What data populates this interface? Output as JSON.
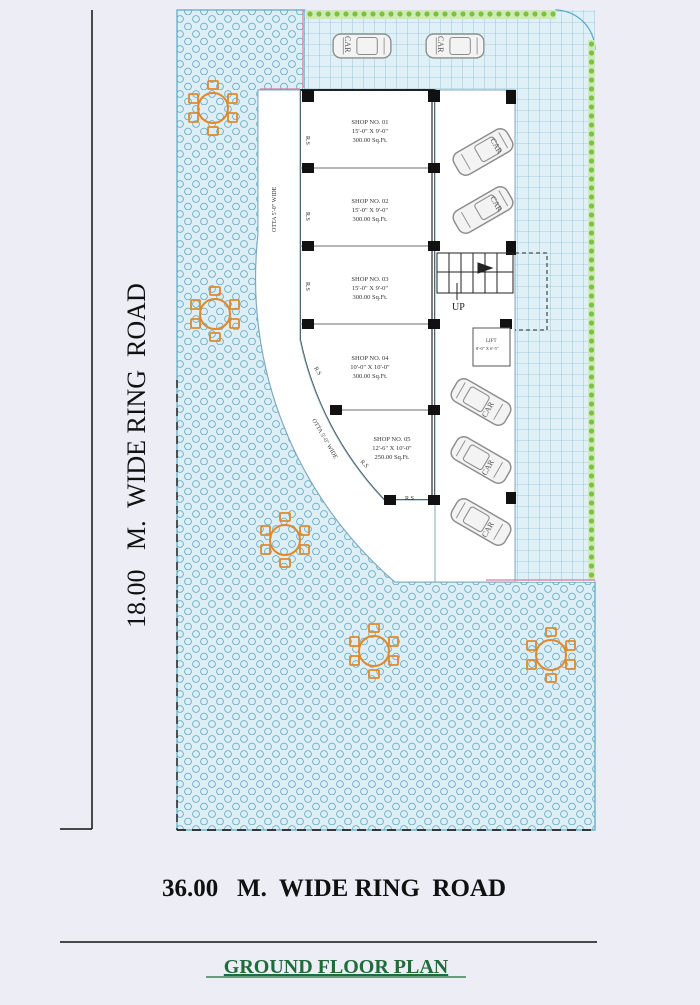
{
  "plan": {
    "title": "GROUND FLOOR PLAN",
    "bottom_road": "36.00   M.  WIDE RING  ROAD",
    "side_road": "18.00   M.  WIDE RING  ROAD",
    "otta_vertical": "OTTA 5'-0\" WIDE",
    "otta_curved": "OTTA 5'-0\" WIDE",
    "up_label": "UP",
    "rs_label": "R.S",
    "car_label": "CAR",
    "lift": {
      "name": "LIFT",
      "size": "8'-0\" X 6'-5\""
    }
  },
  "shops": [
    {
      "name": "SHOP NO. 01",
      "size": "15'-0\" X 9'-0\"",
      "area": "300.00 Sq.Ft."
    },
    {
      "name": "SHOP NO. 02",
      "size": "15'-0\" X 9'-0\"",
      "area": "300.00 Sq.Ft."
    },
    {
      "name": "SHOP NO. 03",
      "size": "15'-0\" X 9'-0\"",
      "area": "300.00 Sq.Ft."
    },
    {
      "name": "SHOP NO. 04",
      "size": "10'-0\" X 10'-0\"",
      "area": "300.00 Sq.Ft."
    },
    {
      "name": "SHOP NO. 05",
      "size": "12'-6\" X 10'-0\"",
      "area": "250.00 Sq.Ft."
    }
  ],
  "colors": {
    "background": "#ecedf5",
    "paving": "#ddeef5",
    "paving_line": "#5aa7c3",
    "building_line": "#222222",
    "column": "#111111",
    "furniture": "#e0892a",
    "hedge": "#7cc242",
    "title": "#1f6b3a",
    "car": "#8c8c8c",
    "boundary": "#d97aa0"
  }
}
